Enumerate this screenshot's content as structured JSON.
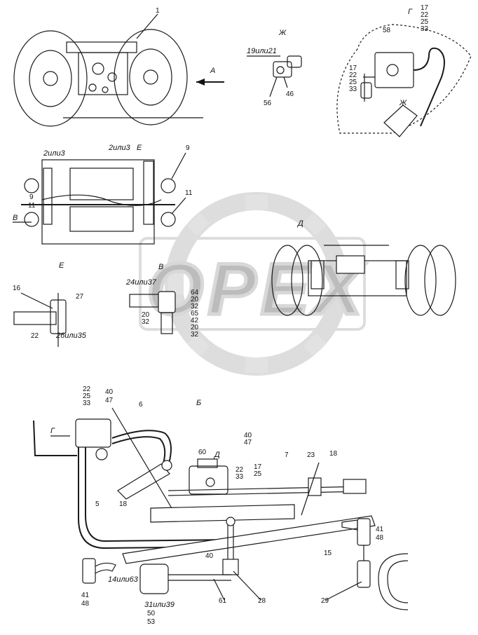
{
  "watermark": {
    "text": "OPEX"
  },
  "section_letters": {
    "zh": "Ж",
    "g_top": "Г",
    "a_arrow": "А",
    "d": "Д",
    "e_upper": "Е",
    "v_left": "В",
    "e_lower": "Е",
    "v_mid": "В",
    "b": "Б",
    "g_bottom": "Г",
    "d_bottom": "Д"
  },
  "labels": {
    "l1": "1",
    "l17t": "17",
    "l22t": "22",
    "l25t": "25",
    "l33t": "33",
    "l58": "58",
    "l17g": "17",
    "l22g": "22",
    "l25g": "25",
    "l33g": "33",
    "l19or21": "19или21",
    "l46": "46",
    "l56": "56",
    "l2or3a": "2или3",
    "l2or3b": "2или3",
    "l9a": "9",
    "l9b": "9",
    "l11a": "11",
    "l11b": "11",
    "l16": "16",
    "l27": "27",
    "l22e": "22",
    "l26or35": "26или35",
    "l24or37": "24или37",
    "l64": "64",
    "l20a": "20",
    "l32a": "32",
    "l65": "65",
    "l42": "42",
    "l20b": "20",
    "l32b": "32",
    "l20c": "20",
    "l32c": "32",
    "l22b": "22",
    "l25b": "25",
    "l33b": "33",
    "l40a": "40",
    "l47a": "47",
    "l6": "6",
    "l60": "60",
    "l40b": "40",
    "l47b": "47",
    "l22c": "22",
    "l33c": "33",
    "l17c": "17",
    "l25c": "25",
    "l7": "7",
    "l23": "23",
    "l18a": "18",
    "l18b": "18",
    "l5": "5",
    "l15": "15",
    "l41a": "41",
    "l48a": "48",
    "l14or63": "14или63",
    "l40c": "40",
    "l41b": "41",
    "l48b": "48",
    "l31or39": "31или39",
    "l50": "50",
    "l53": "53",
    "l61": "61",
    "l28": "28",
    "l29": "29"
  }
}
